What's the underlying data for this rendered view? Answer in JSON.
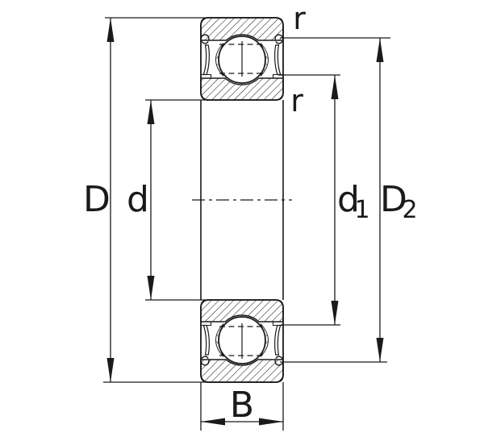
{
  "colors": {
    "line": "#1a1a1a",
    "background": "#ffffff"
  },
  "labels": {
    "outer_diameter": "D",
    "bore_diameter": "d",
    "inner_shoulder_base": "d",
    "inner_shoulder_sub": "1",
    "outer_shoulder_base": "D",
    "outer_shoulder_sub": "2",
    "corner_radius_outer": "r",
    "corner_radius_inner": "r",
    "width": "B"
  }
}
